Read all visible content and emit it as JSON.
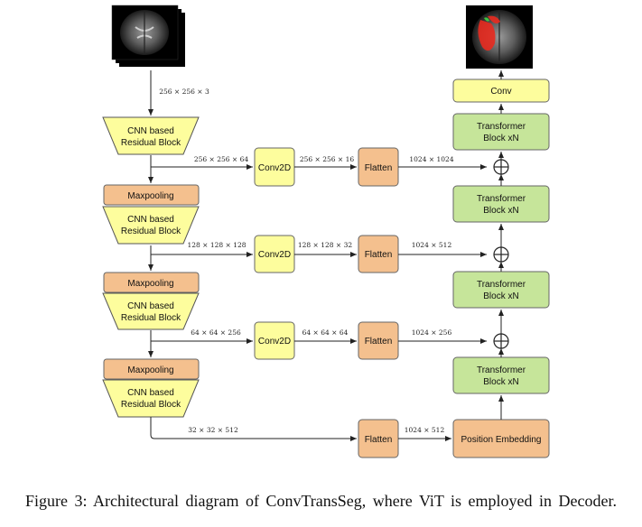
{
  "dims": {
    "input": "256 × 256 × 3",
    "skip1": "256 × 256 × 64",
    "conv1_out": "256 × 256 × 16",
    "flat1": "1024 × 1024",
    "skip2": "128 × 128 × 128",
    "conv2_out": "128 × 128 × 32",
    "flat2": "1024 × 512",
    "skip3": "64 × 64 × 256",
    "conv3_out": "64 × 64 × 64",
    "flat3": "1024 × 256",
    "bottom": "32 × 32 × 512",
    "flat4": "1024 × 512"
  },
  "labels": {
    "cnn_line1": "CNN based",
    "cnn_line2": "Residual Block",
    "maxpool": "Maxpooling",
    "conv2d": "Conv2D",
    "flatten": "Flatten",
    "transformer_line1": "Transformer",
    "transformer_line2": "Block xN",
    "conv": "Conv",
    "position_embedding": "Position Embedding"
  },
  "colors": {
    "yellow": "#fdfd9d",
    "orange": "#f4c08e",
    "green": "#c6e59a"
  },
  "caption": "Figure 3: Architectural diagram of ConvTransSeg, where ViT is employed in Decoder."
}
